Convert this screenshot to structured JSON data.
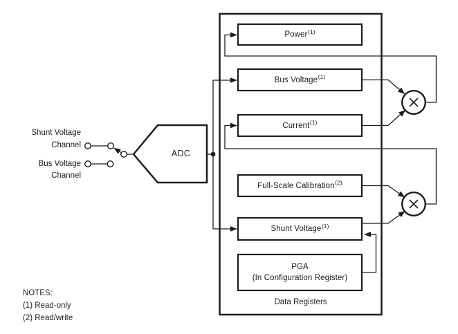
{
  "diagram": {
    "channel_inputs": {
      "shunt": {
        "line1": "Shunt Voltage",
        "line2": "Channel"
      },
      "bus": {
        "line1": "Bus Voltage",
        "line2": "Channel"
      }
    },
    "adc_label": "ADC",
    "data_registers_box": {
      "caption": "Data Registers",
      "registers": {
        "power": {
          "label": "Power",
          "sup": "(1)"
        },
        "bus_voltage": {
          "label": "Bus Voltage",
          "sup": "(1)"
        },
        "current": {
          "label": "Current",
          "sup": "(1)"
        },
        "full_scale_calibration": {
          "label": "Full-Scale Calibration",
          "sup": "(2)"
        },
        "shunt_voltage": {
          "label": "Shunt Voltage",
          "sup": "(1)"
        },
        "pga": {
          "line1": "PGA",
          "line2": "(In Configuration Register)"
        }
      }
    },
    "multipliers": {
      "symbol": "×",
      "count": 2
    },
    "notes": {
      "title": "NOTES:",
      "items": [
        "(1) Read-only",
        "(2) Read/write"
      ]
    },
    "colors": {
      "ink": "#1c1c1c",
      "background": "#ffffff"
    }
  }
}
